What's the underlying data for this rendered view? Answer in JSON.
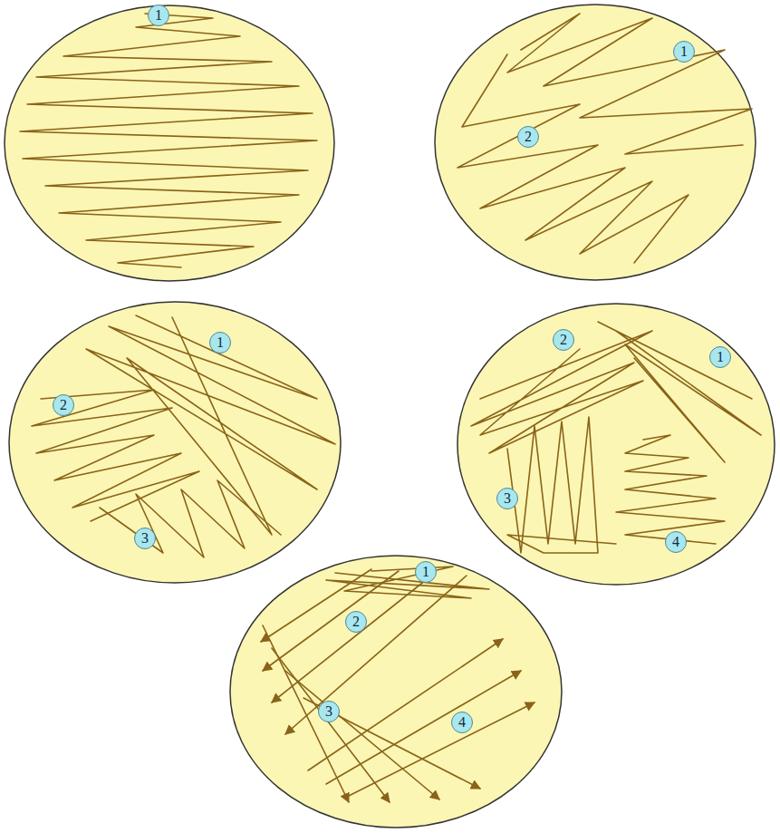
{
  "diagram": {
    "labels": [
      "1",
      "1",
      "2",
      "1",
      "2",
      "3",
      "2",
      "1",
      "3",
      "4",
      "1",
      "2",
      "3",
      "4"
    ]
  }
}
